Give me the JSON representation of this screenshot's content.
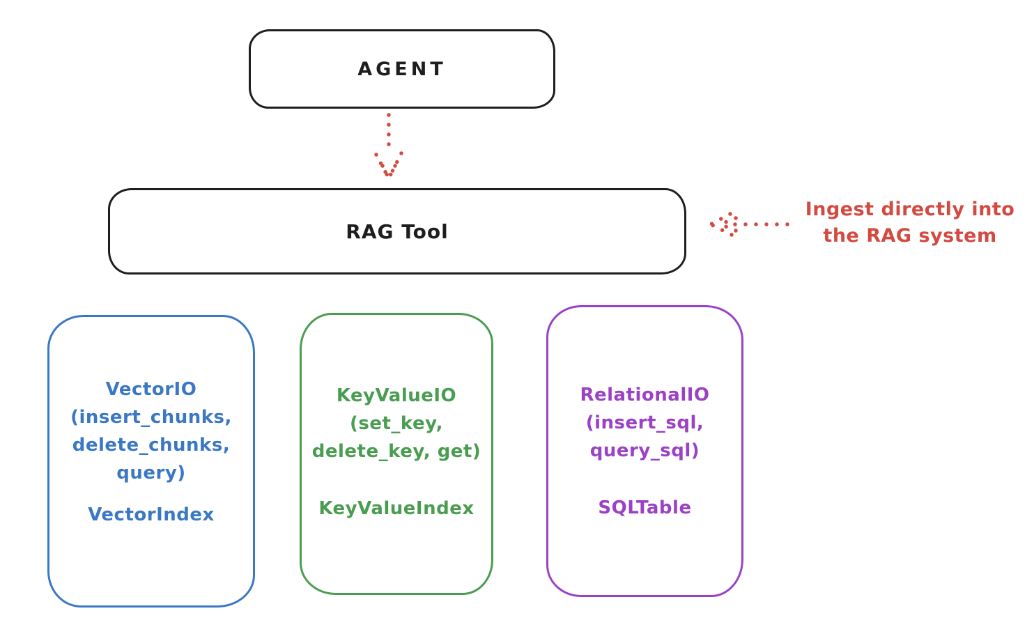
{
  "diagram": {
    "colors": {
      "ink": "#1e1e1e",
      "red": "#d24b43",
      "blue": "#3b78c4",
      "green": "#4a9d50",
      "purple": "#9b41c6",
      "background": "#ffffff"
    },
    "nodes": {
      "agent": {
        "label": "AGENT"
      },
      "rag_tool": {
        "label": "RAG Tool"
      }
    },
    "arrows": {
      "agent_to_ragtool": {
        "style": "dotted",
        "color": "#d24b43",
        "direction": "down"
      },
      "annotation_to_ragtool": {
        "style": "dotted",
        "color": "#d24b43",
        "direction": "left"
      }
    },
    "annotation": {
      "line1": "Ingest directly into",
      "line2": "the RAG system"
    },
    "backends": [
      {
        "id": "vector-io",
        "color": "#3b78c4",
        "lines": [
          "VectorIO",
          "(insert_chunks,",
          "delete_chunks,",
          "query)"
        ],
        "index_label": "VectorIndex"
      },
      {
        "id": "keyvalue-io",
        "color": "#4a9d50",
        "lines": [
          "KeyValueIO",
          "(set_key,",
          "delete_key, get)"
        ],
        "index_label": "KeyValueIndex"
      },
      {
        "id": "relational-io",
        "color": "#9b41c6",
        "lines": [
          "RelationalIO",
          "(insert_sql,",
          "query_sql)"
        ],
        "index_label": "SQLTable"
      }
    ]
  }
}
